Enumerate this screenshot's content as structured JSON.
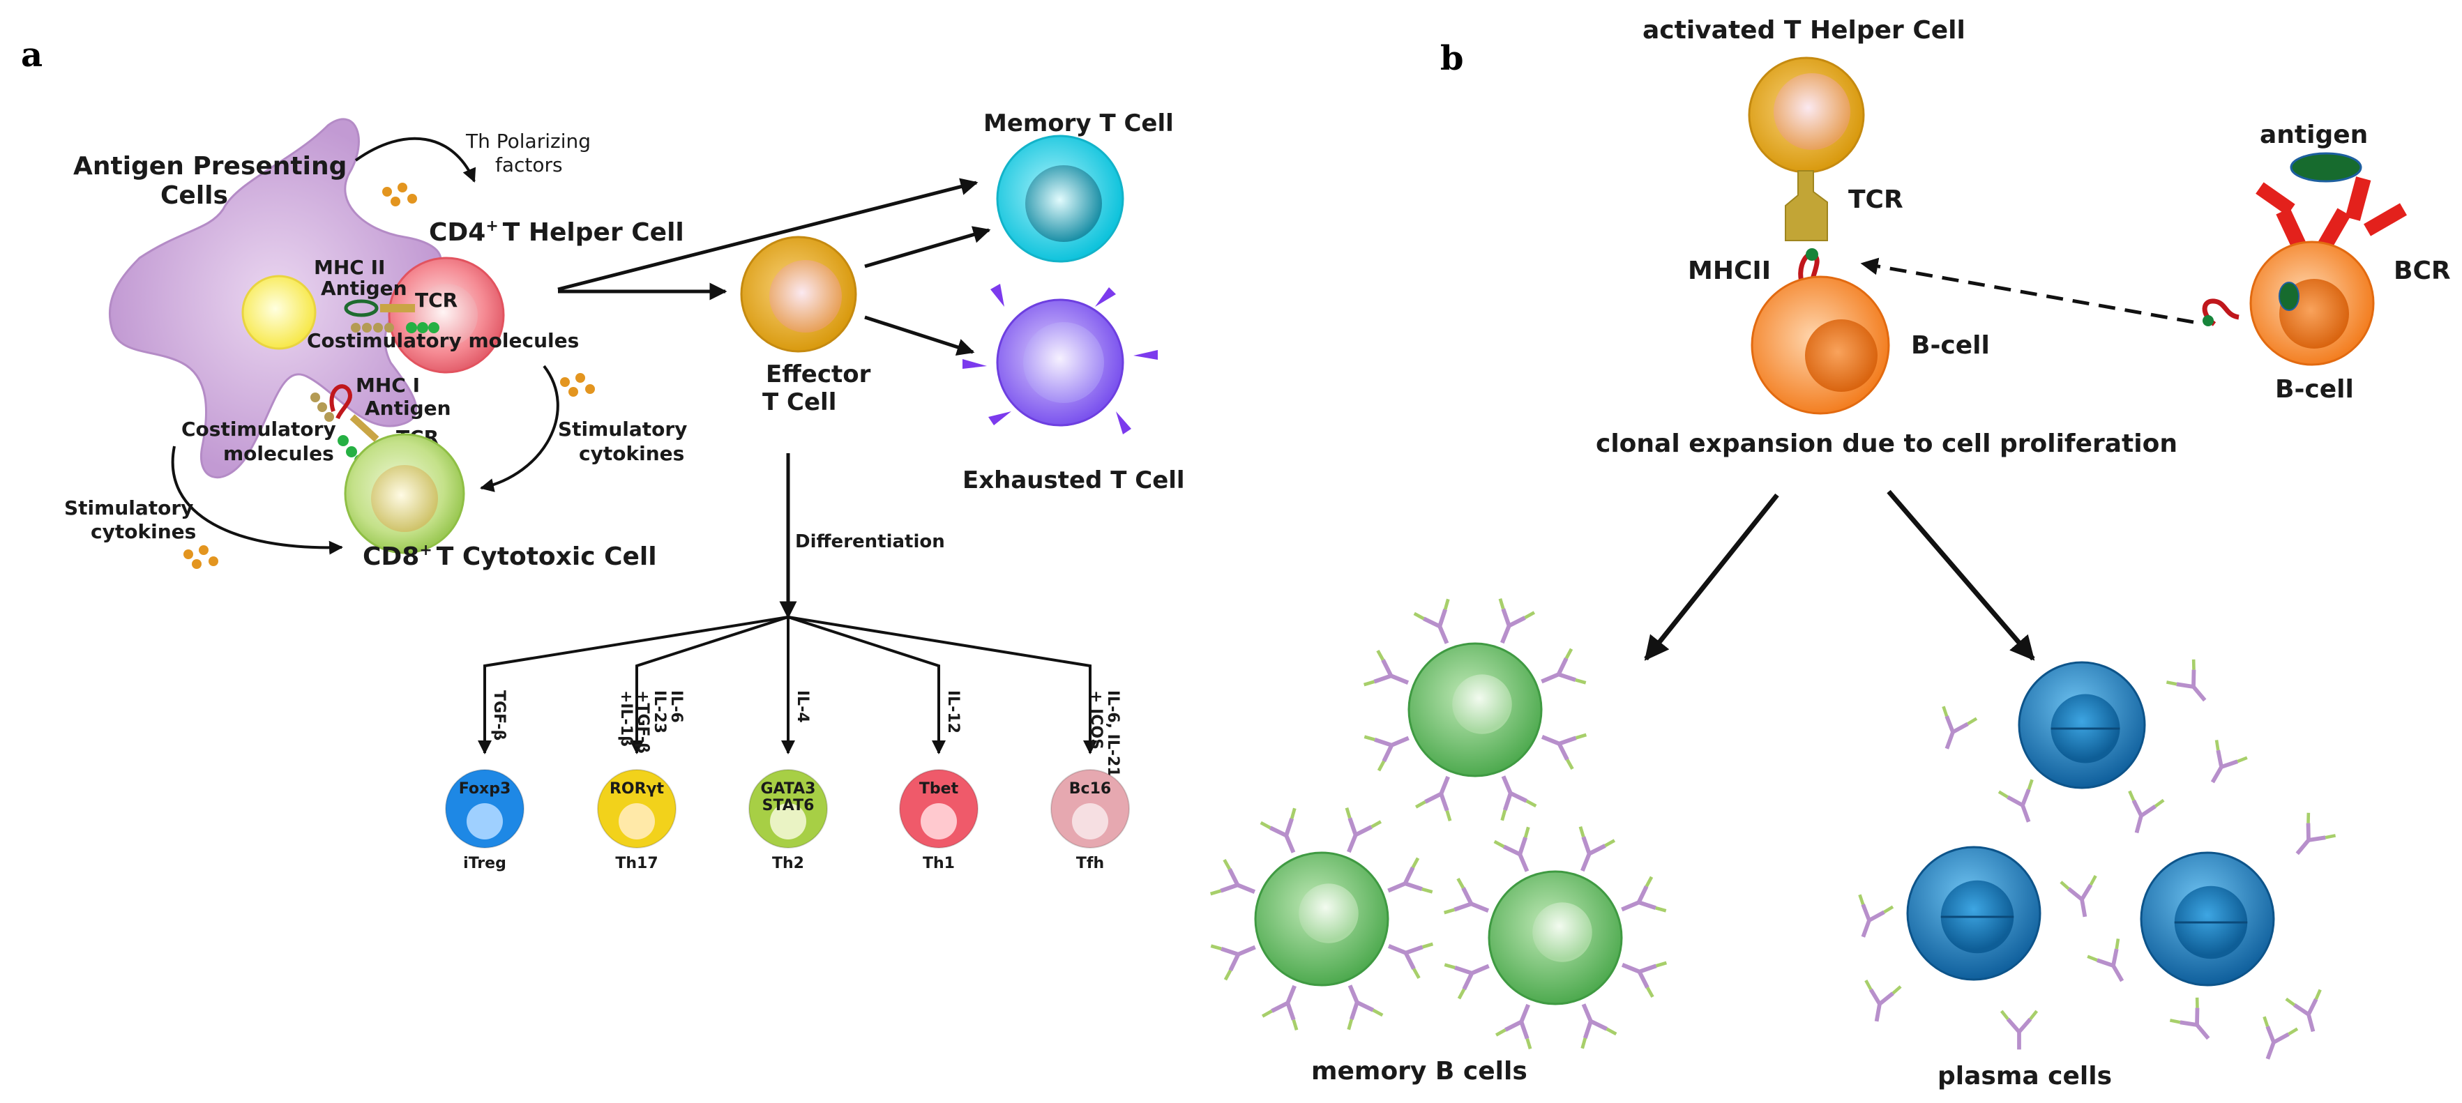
{
  "panel_a": {
    "letter": "a",
    "apc_title_1": "Antigen Presenting",
    "apc_title_2": "Cells",
    "th_polarizing_1": "Th Polarizing",
    "th_polarizing_2": "factors",
    "cd4_title_main": "CD4",
    "cd4_title_sup": "+",
    "cd4_title_rest": "T Helper Cell",
    "mhc2": "MHC II",
    "antigen_1": "Antigen",
    "tcr_1": "TCR",
    "costim_1": "Costimulatory molecules",
    "mhc1": "MHC I",
    "antigen_2": "Antigen",
    "tcr_2": "TCR",
    "costim_2a": "Costimulatory",
    "costim_2b": "molecules",
    "stim_right_1": "Stimulatory",
    "stim_right_2": "cytokines",
    "stim_left_1": "Stimulatory",
    "stim_left_2": "cytokines",
    "cd8_title_main": "CD8",
    "cd8_title_sup": "+",
    "cd8_title_rest": "T Cytotoxic Cell",
    "memory_t": "Memory T Cell",
    "effector_1": "Effector",
    "effector_2": "T Cell",
    "exhausted_t": "Exhausted T Cell",
    "differentiation": "Differentiation",
    "subsets": [
      {
        "factor_lines": [
          "TGF-β"
        ],
        "marker": [
          "Foxp3"
        ],
        "name": "iTreg",
        "color": "#1e88e5"
      },
      {
        "factor_lines": [
          "IL-6",
          "IL-23",
          "+TGF-β",
          "+IL-1β"
        ],
        "marker": [
          "RORγt"
        ],
        "name": "Th17",
        "color": "#f2d21b"
      },
      {
        "factor_lines": [
          "IL-4"
        ],
        "marker": [
          "GATA3",
          "STAT6"
        ],
        "name": "Th2",
        "color": "#a7cf45"
      },
      {
        "factor_lines": [
          "IL-12"
        ],
        "marker": [
          "Tbet"
        ],
        "name": "Th1",
        "color": "#ef5a6a"
      },
      {
        "factor_lines": [
          "IL-6, IL-21",
          "+ ICOS"
        ],
        "marker": [
          "Bc16"
        ],
        "name": "Tfh",
        "color": "#e6a8b0"
      }
    ]
  },
  "panel_b": {
    "letter": "b",
    "activated_th": "activated T Helper Cell",
    "tcr": "TCR",
    "mhcii": "MHCII",
    "bcell_left": "B-cell",
    "antigen": "antigen",
    "bcr": "BCR",
    "bcell_right": "B-cell",
    "clonal": "clonal expansion due to cell proliferation",
    "memory_b": "memory B cells",
    "plasma": "plasma cells"
  },
  "colors": {
    "apc": "#c9a3d6",
    "apc_nucleus": "#fff176",
    "cd4": "#ef6f7a",
    "cd8": "#b5d96a",
    "effector": "#e6a817",
    "memory": "#19c9df",
    "exhausted": "#8b5cf6",
    "bcell": "#f6913b",
    "memory_b": "#6cc26a",
    "plasma": "#1f7fc1",
    "cytokine": "#e8961c",
    "antibody": "#b58ac9"
  }
}
